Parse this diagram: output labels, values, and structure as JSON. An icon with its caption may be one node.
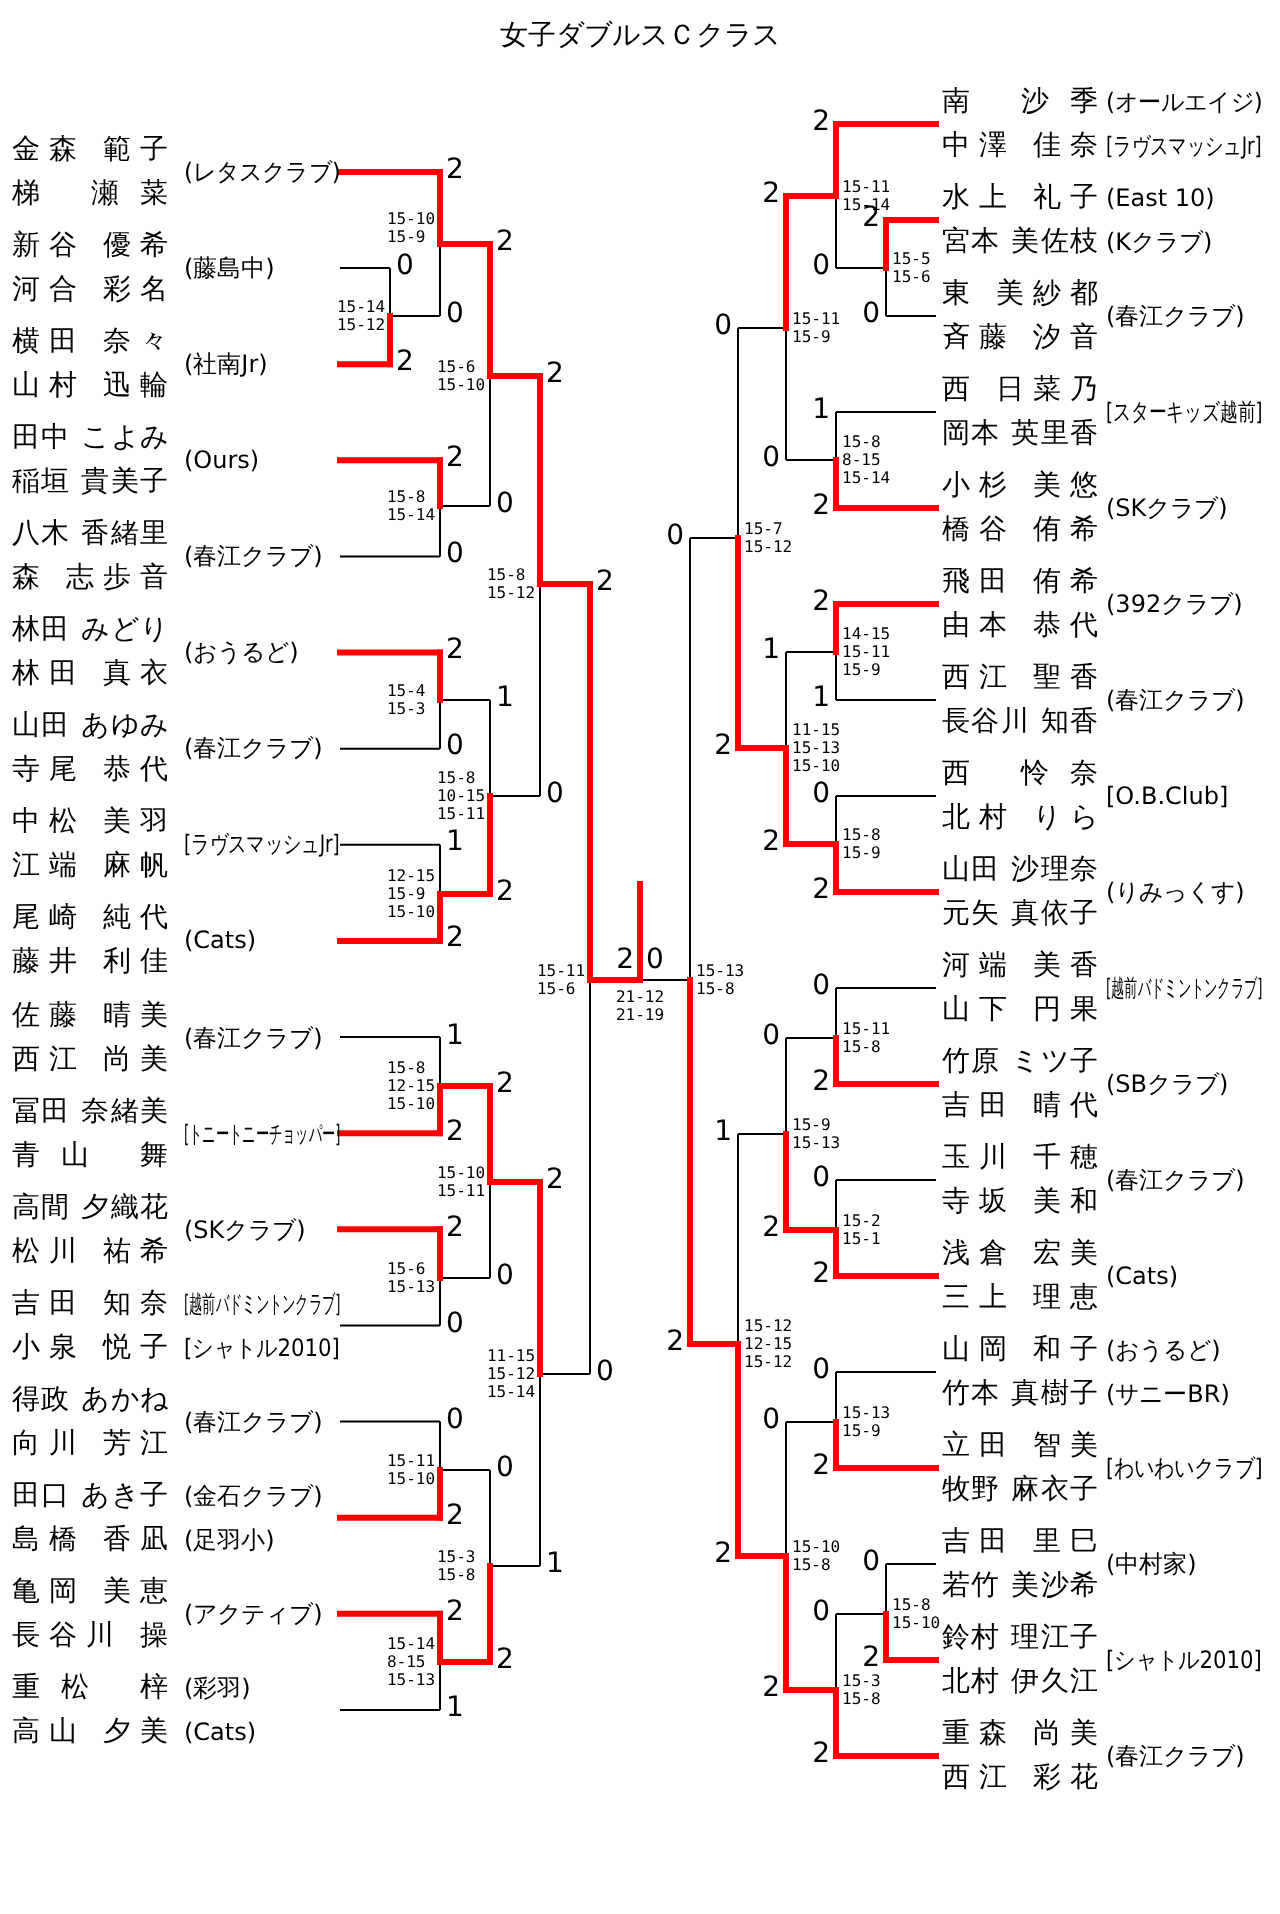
{
  "diagram": {
    "title": "女子ダブルスＣクラス",
    "nodes": [
      {
        "text": [
          "金森 範子",
          "梯 瀬菜",
          "(レタスクラブ)"
        ]
      },
      {
        "text": [
          "新谷 優希",
          "河合 彩名",
          "(藤島中)"
        ]
      },
      {
        "text": [
          "横田 奈々",
          "山村 迅輪",
          "(社南Jr)"
        ]
      },
      {
        "text": [
          "田中 こよみ",
          "稲垣 貴美子",
          "(Ours)"
        ]
      },
      {
        "text": [
          "八木 香緒里",
          "森 志歩音",
          "(春江クラブ)"
        ]
      },
      {
        "text": [
          "林田 みどり",
          "林田 真衣",
          "(おうるど)"
        ]
      },
      {
        "text": [
          "山田 あゆみ",
          "寺尾 恭代",
          "(春江クラブ)"
        ]
      },
      {
        "text": [
          "中松 美羽",
          "江端 麻帆",
          "[ラヴスマッシュJr]"
        ]
      },
      {
        "text": [
          "尾崎 純代",
          "藤井 利佳",
          "(Cats)"
        ]
      },
      {
        "text": [
          "佐藤 晴美",
          "西江 尚美",
          "(春江クラブ)"
        ]
      },
      {
        "text": [
          "冨田 奈緒美",
          "青山 舞",
          "[トニートニーチョッパー]"
        ]
      },
      {
        "text": [
          "高間 夕織花",
          "松川 祐希",
          "(SKクラブ)"
        ]
      },
      {
        "text": [
          "吉田 知奈",
          "小泉 悦子",
          "[越前バドミントンクラブ]",
          "[シャトル2010]"
        ]
      },
      {
        "text": [
          "得政 あかね",
          "向川 芳江",
          "(春江クラブ)"
        ]
      },
      {
        "text": [
          "田口 あき子",
          "島橋 香凪",
          "(金石クラブ)",
          "(足羽小)"
        ]
      },
      {
        "text": [
          "亀岡 美恵",
          "長谷川 操",
          "(アクティブ)"
        ]
      },
      {
        "text": [
          "重松 梓",
          "高山 夕美",
          "(彩羽)",
          "(Cats)"
        ]
      },
      {
        "text": [
          "南 沙季",
          "中澤 佳奈",
          "(オールエイジ)",
          "[ラヴスマッシュJr]"
        ]
      },
      {
        "text": [
          "水上 礼子",
          "宮本 美佐枝",
          "(East 10)",
          "(Kクラブ)"
        ]
      },
      {
        "text": [
          "東 美紗都",
          "斉藤 汐音",
          "(春江クラブ)"
        ]
      },
      {
        "text": [
          "西 日菜乃",
          "岡本 英里香",
          "[スターキッズ越前]"
        ]
      },
      {
        "text": [
          "小杉 美悠",
          "橋谷 侑希",
          "(SKクラブ)"
        ]
      },
      {
        "text": [
          "飛田 侑希",
          "由本 恭代",
          "(392クラブ)"
        ]
      },
      {
        "text": [
          "西江 聖香",
          "長谷川 知香",
          "(春江クラブ)"
        ]
      },
      {
        "text": [
          "西 怜奈",
          "北村 りら",
          "[O.B.Club]"
        ]
      },
      {
        "text": [
          "山田 沙理奈",
          "元矢 真依子",
          "(りみっくす)"
        ]
      },
      {
        "text": [
          "河端 美香",
          "山下 円果",
          "[越前バドミントンクラブ]"
        ]
      },
      {
        "text": [
          "竹原 ミツ子",
          "吉田 晴代",
          "(SBクラブ)"
        ]
      },
      {
        "text": [
          "玉川 千穂",
          "寺坂 美和",
          "(春江クラブ)"
        ]
      },
      {
        "text": [
          "浅倉 宏美",
          "三上 理恵",
          "(Cats)"
        ]
      },
      {
        "text": [
          "山岡 和子",
          "竹本 真樹子",
          "(おうるど)",
          "(サニーBR)"
        ]
      },
      {
        "text": [
          "立田 智美",
          "牧野 麻衣子",
          "[わいわいクラブ]"
        ]
      },
      {
        "text": [
          "吉田 里巳",
          "若竹 美沙希",
          "(中村家)"
        ]
      },
      {
        "text": [
          "鈴村 理江子",
          "北村 伊久江",
          "[シャトル2010]"
        ]
      },
      {
        "text": [
          "重森 尚美",
          "西江 彩花",
          "(春江クラブ)"
        ]
      }
    ],
    "labels": [
      "0",
      "2",
      "15-14 15-12",
      "2",
      "0",
      "15-10 15-9",
      "2",
      "0",
      "15-8 15-14",
      "2",
      "0",
      "15-6 15-10",
      "2",
      "0",
      "15-4 15-3",
      "1",
      "2",
      "12-15 15-9 15-10",
      "1",
      "2",
      "15-8 10-15 15-11",
      "2",
      "0",
      "15-8 15-12",
      "1",
      "2",
      "15-8 12-15 15-10",
      "2",
      "0",
      "15-6 15-13",
      "2",
      "0",
      "15-10 15-11",
      "0",
      "2",
      "15-11 15-10",
      "2",
      "1",
      "15-14 8-15 15-13",
      "0",
      "2",
      "15-3 15-8",
      "2",
      "1",
      "11-15 15-12 15-14",
      "2",
      "0",
      "15-11 15-6",
      "2",
      "0",
      "21-12 21-19",
      "2",
      "0",
      "15-5 15-6",
      "2",
      "0",
      "15-11 15-14",
      "1",
      "2",
      "15-8 8-15 15-14",
      "2",
      "0",
      "15-11 15-9",
      "2",
      "1",
      "14-15 15-11 15-9",
      "0",
      "2",
      "15-8 15-9",
      "1",
      "2",
      "11-15 15-13 15-10",
      "0",
      "2",
      "15-7 15-12",
      "0",
      "2",
      "15-11 15-8",
      "0",
      "2",
      "15-2 15-1",
      "0",
      "2",
      "15-9 15-13",
      "0",
      "2",
      "15-13 15-9",
      "0",
      "2",
      "15-8 15-10",
      "0",
      "2",
      "15-3 15-8",
      "0",
      "2",
      "15-10 15-8",
      "1",
      "2",
      "15-12 12-15 15-12",
      "0",
      "2",
      "15-13 15-8"
    ]
  }
}
